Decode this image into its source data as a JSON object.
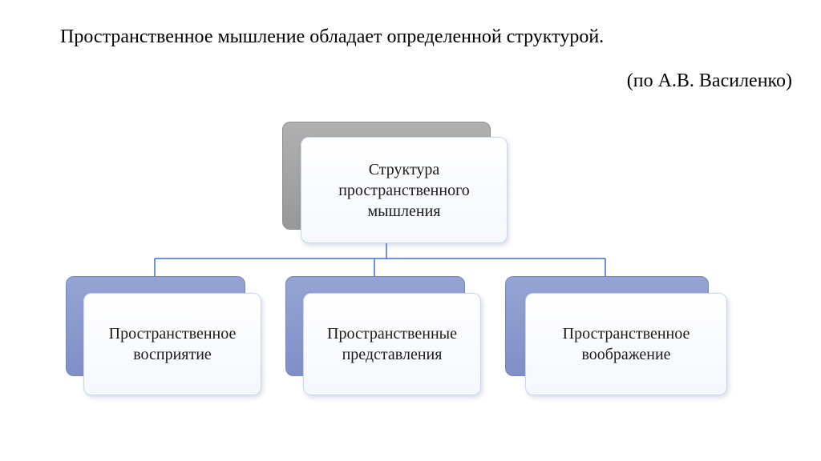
{
  "slide": {
    "title": "Пространственное мышление обладает определенной структурой.",
    "attribution": "(по А.В. Василенко)"
  },
  "diagram": {
    "type": "hierarchy",
    "root": {
      "label": "Структура пространственного мышления"
    },
    "children": [
      {
        "label": "Пространственное восприятие"
      },
      {
        "label": "Пространственные представления"
      },
      {
        "label": "Пространственное воображение"
      }
    ],
    "colors": {
      "connector": "#4472C4",
      "root_shadow": "#A0A0A0",
      "child_shadow": "#8795C9",
      "box_border": "#C9D6EC",
      "box_fill": "#FAFBFD"
    }
  }
}
